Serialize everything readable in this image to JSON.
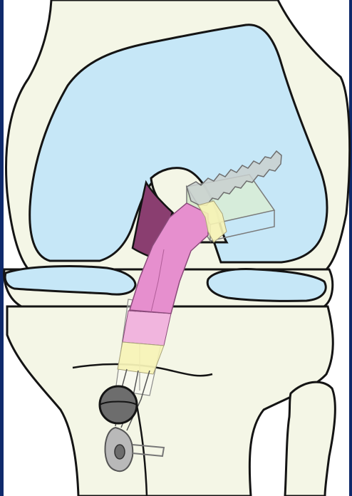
{
  "colors": {
    "frame": "#0f2a6b",
    "bone": "#f4f6e6",
    "cartilage": "#c6e7f7",
    "outline": "#141414",
    "graft_pink": "#e68fce",
    "graft_pink_light": "#f1b5de",
    "graft_yellow": "#f6f3b5",
    "femoral_tunnel": "#d8ecd5",
    "pcl": "#8a3e70",
    "screw_fill": "#c9d0cf",
    "screw_stroke": "#6f6f6f",
    "button_dark": "#6d6d6d",
    "button_light": "#b9b9b9"
  },
  "structures": [
    {
      "id": "femur",
      "icon": "femur-shape"
    },
    {
      "id": "femoral-articular-cartilage",
      "icon": "cartilage-shape"
    },
    {
      "id": "intercondylar-notch",
      "icon": "notch-shape"
    },
    {
      "id": "posterior-cruciate-ligament",
      "icon": "ligament-shape"
    },
    {
      "id": "femoral-tunnel",
      "icon": "tunnel-shape"
    },
    {
      "id": "interference-screw",
      "icon": "screw-shape"
    },
    {
      "id": "acl-graft",
      "icon": "graft-shape"
    },
    {
      "id": "medial-meniscus",
      "icon": "meniscus-shape"
    },
    {
      "id": "lateral-meniscus",
      "icon": "meniscus-shape"
    },
    {
      "id": "tibia",
      "icon": "tibia-shape"
    },
    {
      "id": "fibula",
      "icon": "fibula-shape"
    },
    {
      "id": "tibial-tunnel",
      "icon": "tunnel-shape"
    },
    {
      "id": "fixation-button",
      "icon": "button-shape"
    },
    {
      "id": "fixation-post",
      "icon": "post-shape"
    }
  ]
}
